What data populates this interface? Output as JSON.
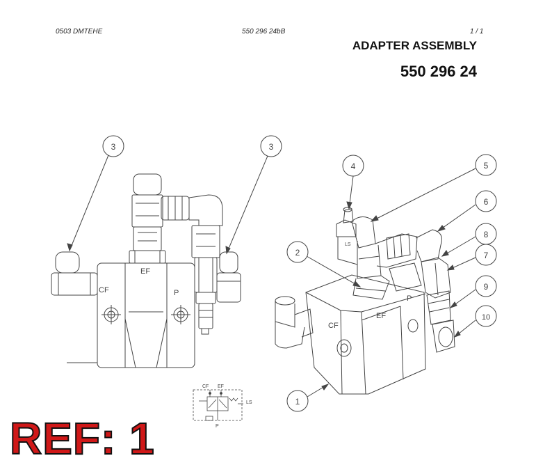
{
  "header": {
    "doc_id": "0503 DMTEHE",
    "part_code": "550 296 24bB",
    "page": "1 /  1"
  },
  "title": "ADAPTER ASSEMBLY",
  "part_number": "550 296 24",
  "ref_label": "REF: 1",
  "port_labels": {
    "ef": "EF",
    "cf": "CF",
    "p": "P",
    "ls": "LS"
  },
  "callouts": [
    "1",
    "2",
    "3",
    "3",
    "4",
    "5",
    "6",
    "8",
    "7",
    "9",
    "10"
  ],
  "colors": {
    "ref_fill": "#d01818",
    "line": "#444444"
  }
}
